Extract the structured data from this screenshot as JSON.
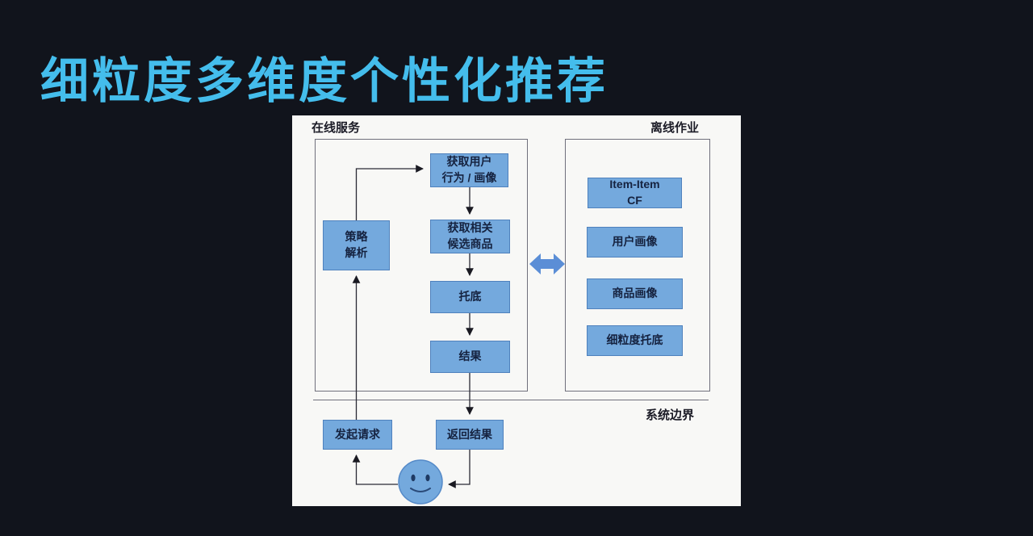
{
  "slide": {
    "title": "细粒度多维度个性化推荐"
  },
  "diagram": {
    "online_label": "在线服务",
    "offline_label": "离线作业",
    "boundary_label": "系统边界",
    "nodes": {
      "user_behavior": "获取用户\n行为 / 画像",
      "candidates": "获取相关\n候选商品",
      "fallback": "托底",
      "result": "结果",
      "strategy": "策略\n解析",
      "item_item_cf": "Item-Item\nCF",
      "user_profile": "用户画像",
      "product_profile": "商品画像",
      "fine_grained_fallback": "细粒度托底",
      "request": "发起请求",
      "return_result": "返回结果"
    },
    "icons": {
      "sync_arrow": "double-headed-horizontal-arrow",
      "user": "smiley-face"
    },
    "colors": {
      "background": "#11141c",
      "title": "#44bdec",
      "panel": "#f8f8f6",
      "node_fill": "#74a9dd",
      "node_border": "#4f81bd",
      "connector": "#2a2a35",
      "sync_arrow": "#5b8ed6"
    }
  }
}
